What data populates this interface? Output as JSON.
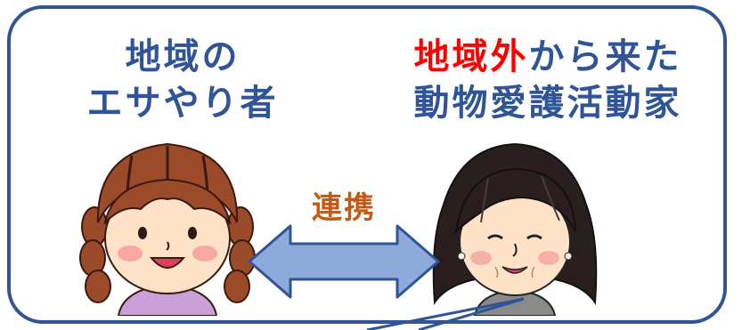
{
  "left_person": {
    "line1": "地域の",
    "line2": "エサやり者"
  },
  "right_person": {
    "line1_red": "地域外",
    "line1_rest": "から来た",
    "line2": "動物愛護活動家"
  },
  "connector": {
    "label": "連携"
  },
  "colors": {
    "frame": "#2f5597",
    "title_text": "#2f5597",
    "highlight": "#ff0000",
    "connector_label": "#c55a11",
    "arrow_fill": "#8eaadb",
    "arrow_stroke": "#2f5597"
  },
  "icons": {
    "left": "woman-apron-illustration",
    "right": "older-woman-illustration"
  }
}
